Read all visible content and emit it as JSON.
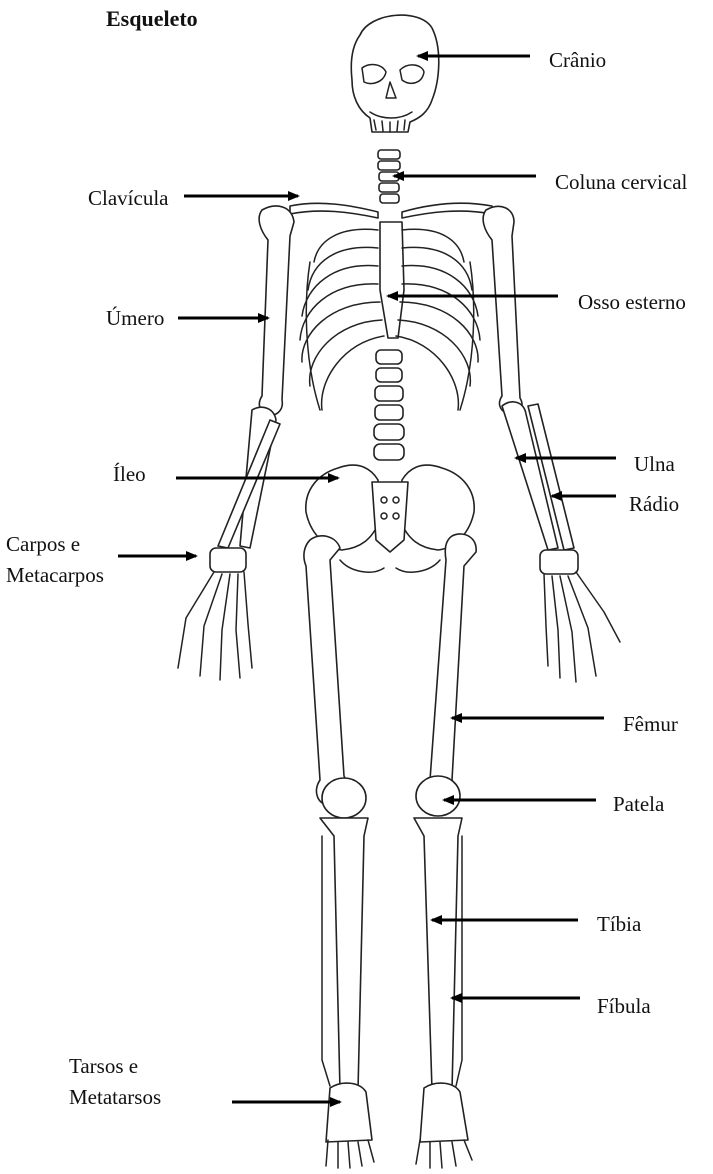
{
  "title": "Esqueleto",
  "labels": {
    "cranio": "Crânio",
    "coluna_cervical": "Coluna cervical",
    "clavicula": "Clavícula",
    "umero": "Úmero",
    "osso_esterno": "Osso esterno",
    "ileo": "Íleo",
    "ulna": "Ulna",
    "radio": "Rádio",
    "carpos_1": "Carpos e",
    "carpos_2": "Metacarpos",
    "femur": "Fêmur",
    "patela": "Patela",
    "tibia": "Tíbia",
    "fibula": "Fíbula",
    "tarsos_1": "Tarsos e",
    "tarsos_2": "Metatarsos"
  }
}
